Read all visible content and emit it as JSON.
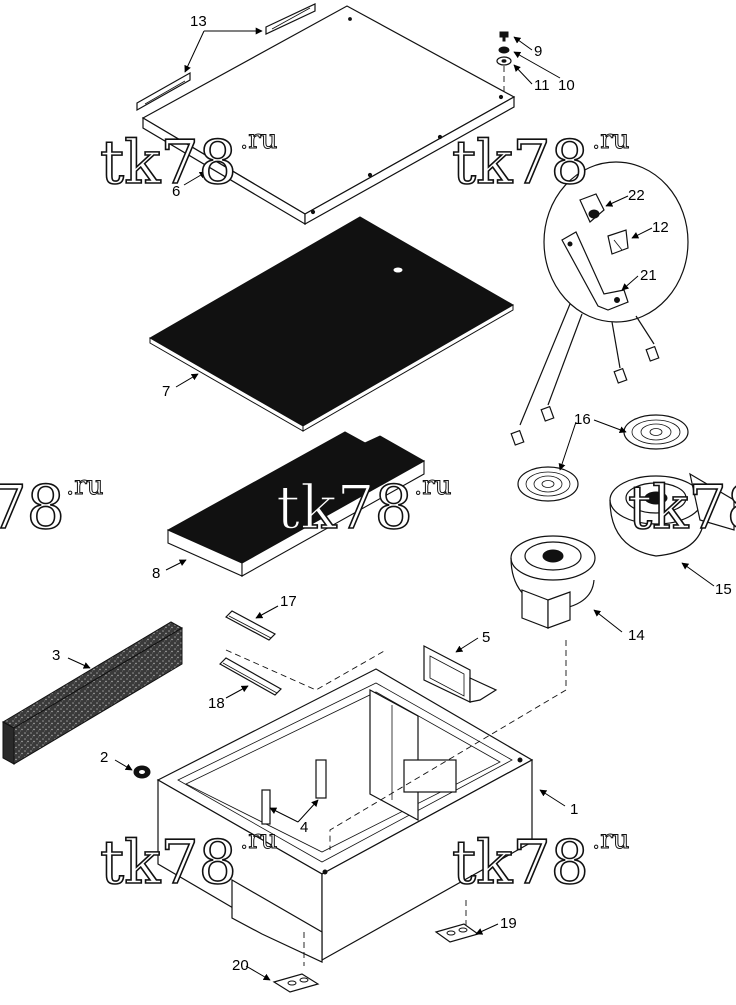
{
  "watermark": {
    "text": "tk78",
    "suffix": ".ru"
  },
  "callouts": {
    "p1": "1",
    "p2": "2",
    "p3": "3",
    "p4": "4",
    "p5": "5",
    "p6": "6",
    "p7": "7",
    "p8": "8",
    "p9": "9",
    "p10": "10",
    "p11": "11",
    "p12": "12",
    "p13": "13",
    "p14": "14",
    "p15": "15",
    "p16": "16",
    "p17": "17",
    "p18": "18",
    "p19": "19",
    "p20": "20",
    "p21": "21",
    "p22": "22"
  }
}
